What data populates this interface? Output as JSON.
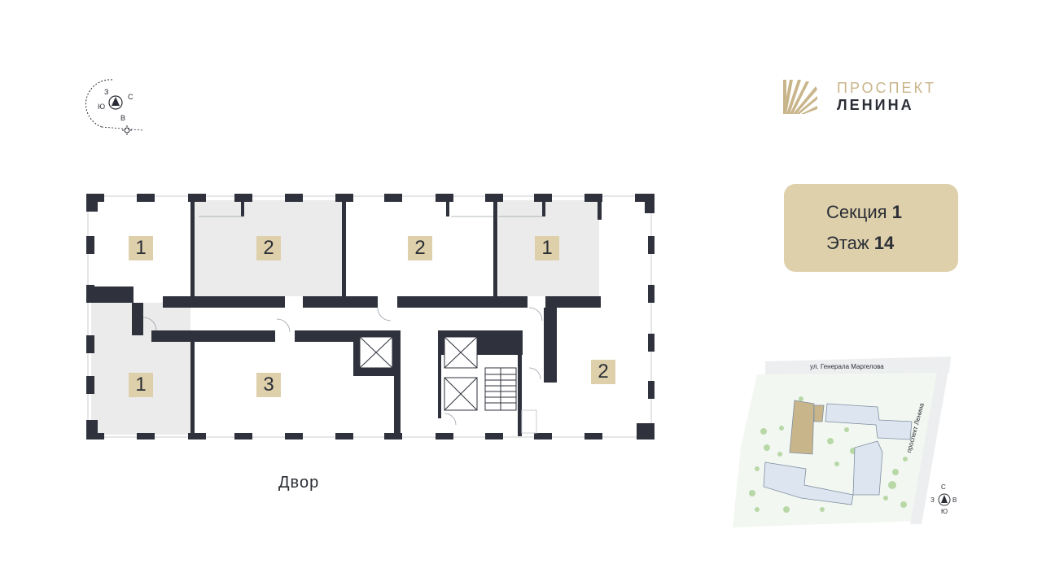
{
  "compass": {
    "north": "С",
    "west": "З",
    "east": "В",
    "south": "Ю"
  },
  "logo": {
    "line1": "ПРОСПЕКТ",
    "line2": "ЛЕНИНА"
  },
  "info": {
    "section_label": "Секция",
    "section_value": "1",
    "floor_label": "Этаж",
    "floor_value": "14"
  },
  "rooms": [
    "1",
    "2",
    "2",
    "1",
    "1",
    "3",
    "2"
  ],
  "yard_label": "Двор",
  "minimap": {
    "street_top": "ул. Генерала Маргелова",
    "street_side": "проспект Ленина",
    "compass": {
      "north": "С",
      "west": "З",
      "east": "В",
      "south": "Ю"
    }
  },
  "colors": {
    "accent": "#ddd0ab",
    "wall": "#2f323c",
    "shaded": "#ebebeb",
    "logo_gold": "#c9b58a"
  }
}
